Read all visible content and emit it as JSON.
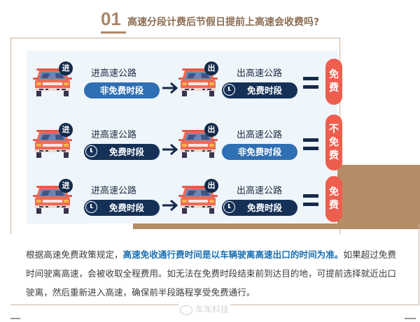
{
  "header": {
    "number": "01",
    "title": "高速分段计费后节假日提前上高速会收费吗?"
  },
  "colors": {
    "accent_brown": "#a9866a",
    "panel_bg": "#eef5fb",
    "nonfree_pill": "#2f6fb3",
    "free_pill": "#153157",
    "result_red": "#ee5e4f",
    "highlight_blue": "#1b6fb1"
  },
  "rows": [
    {
      "entry_badge": "进",
      "entry_label": "进高速公路",
      "entry_period": "非免费时段",
      "entry_period_type": "nonfree",
      "exit_badge": "出",
      "exit_label": "出高速公路",
      "exit_period": "免费时段",
      "exit_period_type": "free",
      "equals": "=",
      "result": [
        "免",
        "费"
      ]
    },
    {
      "entry_badge": "进",
      "entry_label": "进高速公路",
      "entry_period": "免费时段",
      "entry_period_type": "free",
      "exit_badge": "出",
      "exit_label": "出高速公路",
      "exit_period": "非免费时段",
      "exit_period_type": "nonfree",
      "equals": "=",
      "result": [
        "不",
        "免",
        "费"
      ]
    },
    {
      "entry_badge": "进",
      "entry_label": "进高速公路",
      "entry_period": "免费时段",
      "entry_period_type": "free",
      "exit_badge": "出",
      "exit_label": "出高速公路",
      "exit_period": "免费时段",
      "exit_period_type": "free",
      "equals": "=",
      "result": [
        "免",
        "费"
      ]
    }
  ],
  "paragraph": {
    "part1": "根据高速免费政策规定，",
    "highlight": "高速免收通行费时间是以车辆驶离高速出口的时间为准。",
    "part2": "如果超过免费时间驶离高速，会被收取全程费用。如无法在免费时段结束前到达目的地，可提前选择就近出口驶离，然后重新进入高速，确保前半段路程享受免费通行。"
  },
  "watermark": "车车科技",
  "icons": {
    "car": "car-front-icon",
    "clock": "clock-icon",
    "arrow": "arrow-right-icon",
    "watermark": "weibo-icon"
  }
}
